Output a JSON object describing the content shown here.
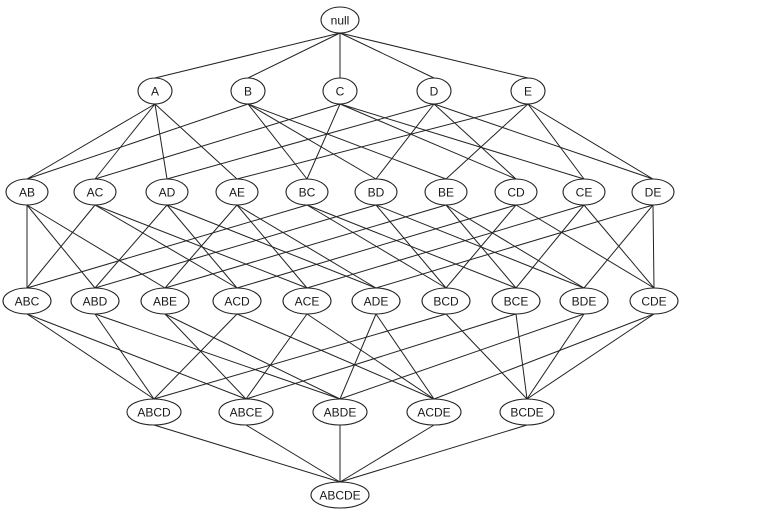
{
  "diagram": {
    "type": "itemset-lattice",
    "colors": {
      "line": "#222222",
      "node_fill": "#ffffff",
      "text": "#1a1a1a"
    },
    "levels": [
      [
        "null"
      ],
      [
        "A",
        "B",
        "C",
        "D",
        "E"
      ],
      [
        "AB",
        "AC",
        "AD",
        "AE",
        "BC",
        "BD",
        "BE",
        "CD",
        "CE",
        "DE"
      ],
      [
        "ABC",
        "ABD",
        "ABE",
        "ACD",
        "ACE",
        "ADE",
        "BCD",
        "BCE",
        "BDE",
        "CDE"
      ],
      [
        "ABCD",
        "ABCE",
        "ABDE",
        "ACDE",
        "BCDE"
      ],
      [
        "ABCDE"
      ]
    ]
  }
}
